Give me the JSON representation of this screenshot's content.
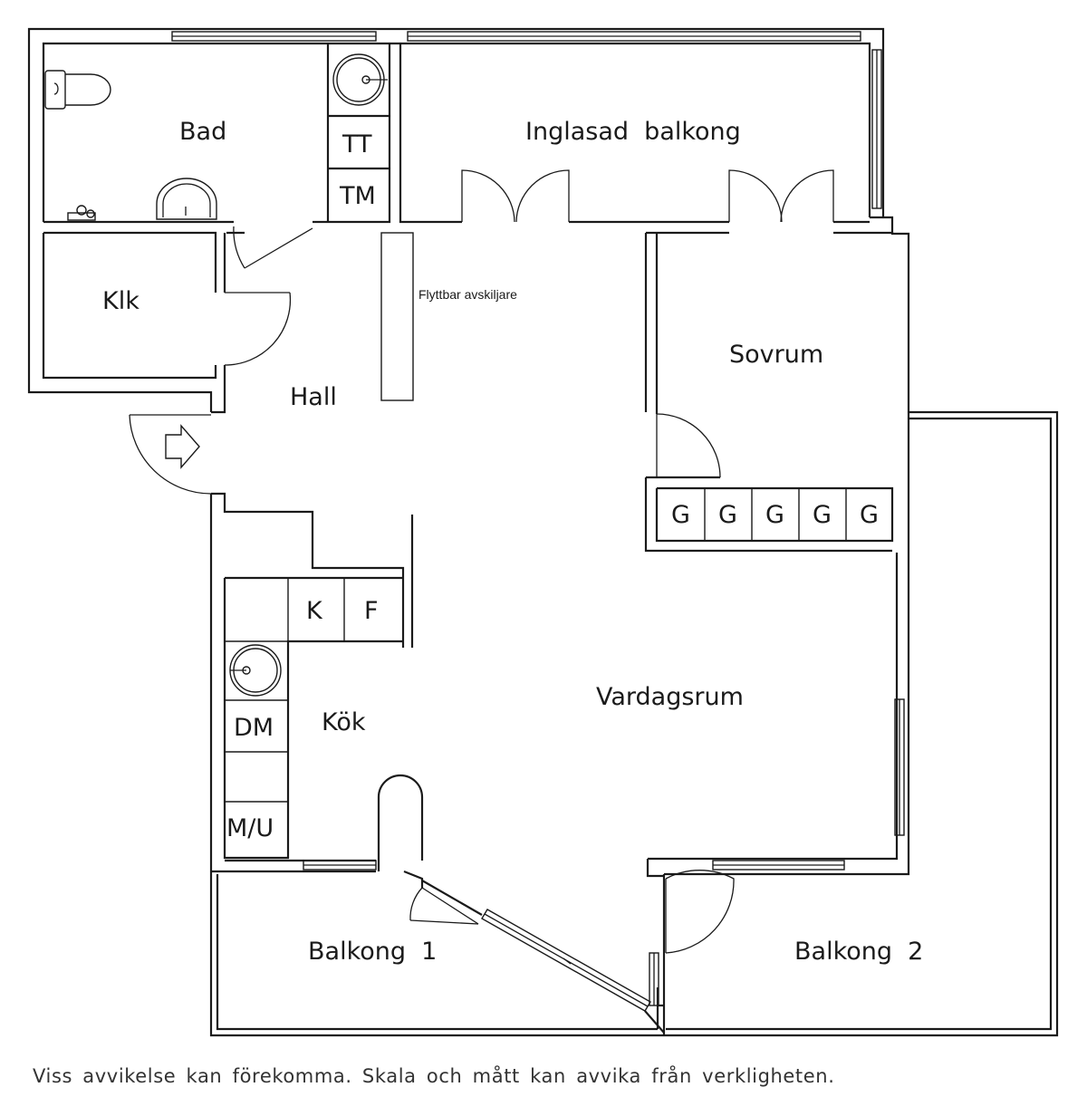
{
  "rooms": {
    "bad": "Bad",
    "klk": "Klk",
    "inglasad": "Inglasad  balkong",
    "sovrum": "Sovrum",
    "hall": "Hall",
    "kok": "Kök",
    "vardagsrum": "Vardagsrum",
    "balkong1": "Balkong  1",
    "balkong2": "Balkong  2"
  },
  "fixtures": {
    "tt": "TT",
    "tm": "TM",
    "k": "K",
    "f": "F",
    "dm": "DM",
    "mu": "M/U",
    "garderobe": [
      "G",
      "G",
      "G",
      "G",
      "G"
    ]
  },
  "notes": {
    "divider": "Flyttbar avskiljare",
    "disclaimer": "Viss  avvikelse  kan  förekomma.  Skala  och  mått  kan  avvika  från  verkligheten."
  }
}
